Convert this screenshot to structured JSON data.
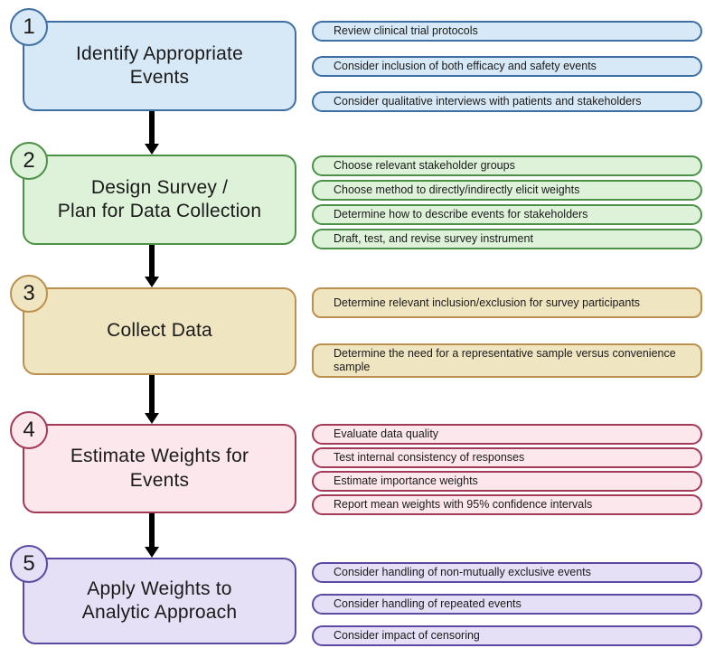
{
  "figure": {
    "background": "#ffffff",
    "arrow_color": "#000000",
    "text_color": "#1a1a1a"
  },
  "steps": [
    {
      "number": "1",
      "title": "Identify Appropriate\nEvents",
      "fill_color": "#d7e9f7",
      "border_color": "#3d6fa4",
      "details": [
        "Review clinical trial protocols",
        "Consider inclusion of both efficacy and safety events",
        "Consider qualitative interviews with patients and stakeholders"
      ]
    },
    {
      "number": "2",
      "title": "Design Survey /\nPlan for Data Collection",
      "fill_color": "#def2d9",
      "border_color": "#4b9147",
      "details": [
        "Choose relevant stakeholder groups",
        "Choose method to directly/indirectly elicit weights",
        "Determine how to describe events for stakeholders",
        "Draft, test, and revise survey instrument"
      ]
    },
    {
      "number": "3",
      "title": "Collect Data",
      "fill_color": "#f0e5c1",
      "border_color": "#bb904f",
      "details": [
        "Determine relevant inclusion/exclusion for survey participants",
        "Determine the need for a representative sample versus convenience sample"
      ]
    },
    {
      "number": "4",
      "title": "Estimate Weights for\nEvents",
      "fill_color": "#fce7ed",
      "border_color": "#a23a58",
      "details": [
        "Evaluate data quality",
        "Test internal consistency of responses",
        "Estimate importance weights",
        "Report mean weights with 95% confidence intervals"
      ]
    },
    {
      "number": "5",
      "title": "Apply Weights to\nAnalytic Approach",
      "fill_color": "#e6e0f6",
      "border_color": "#5c4aa2",
      "details": [
        "Consider handling of non-mutually exclusive events",
        "Consider handling of repeated events",
        "Consider impact of censoring"
      ]
    }
  ]
}
